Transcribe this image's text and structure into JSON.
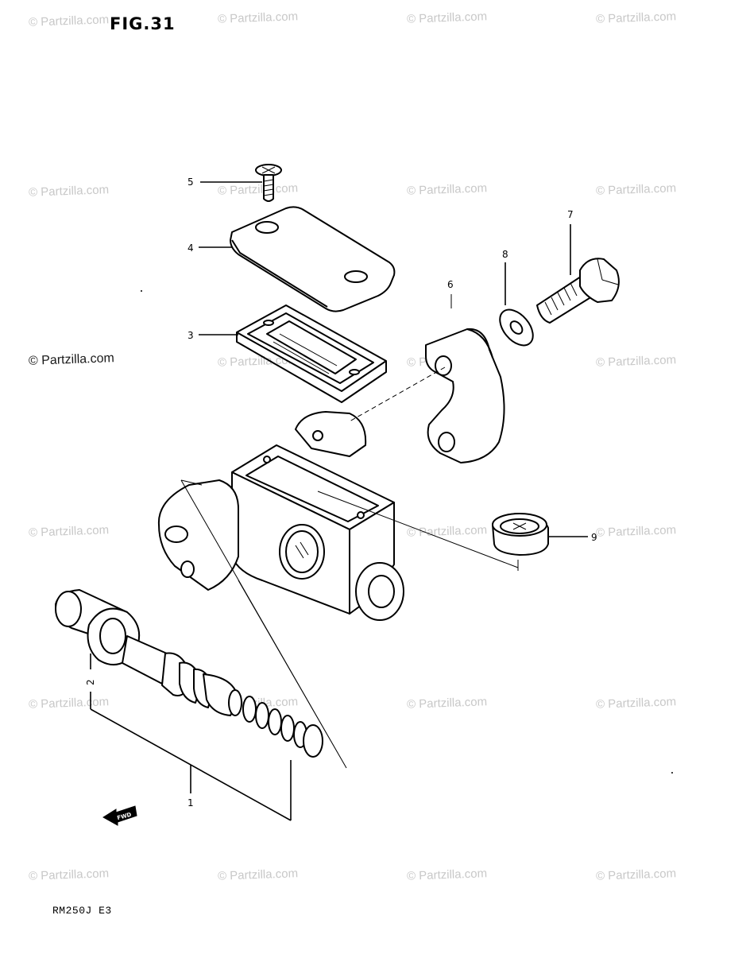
{
  "figure": {
    "title": "FIG.31",
    "model_code": "RM250J  E3"
  },
  "watermark": {
    "text": "© Partzilla.com"
  },
  "callouts": {
    "c1": "1",
    "c2": "2",
    "c3": "3",
    "c4": "4",
    "c5": "5",
    "c6": "6",
    "c7": "7",
    "c8": "8",
    "c9": "9"
  },
  "direction_badge": "FWD"
}
